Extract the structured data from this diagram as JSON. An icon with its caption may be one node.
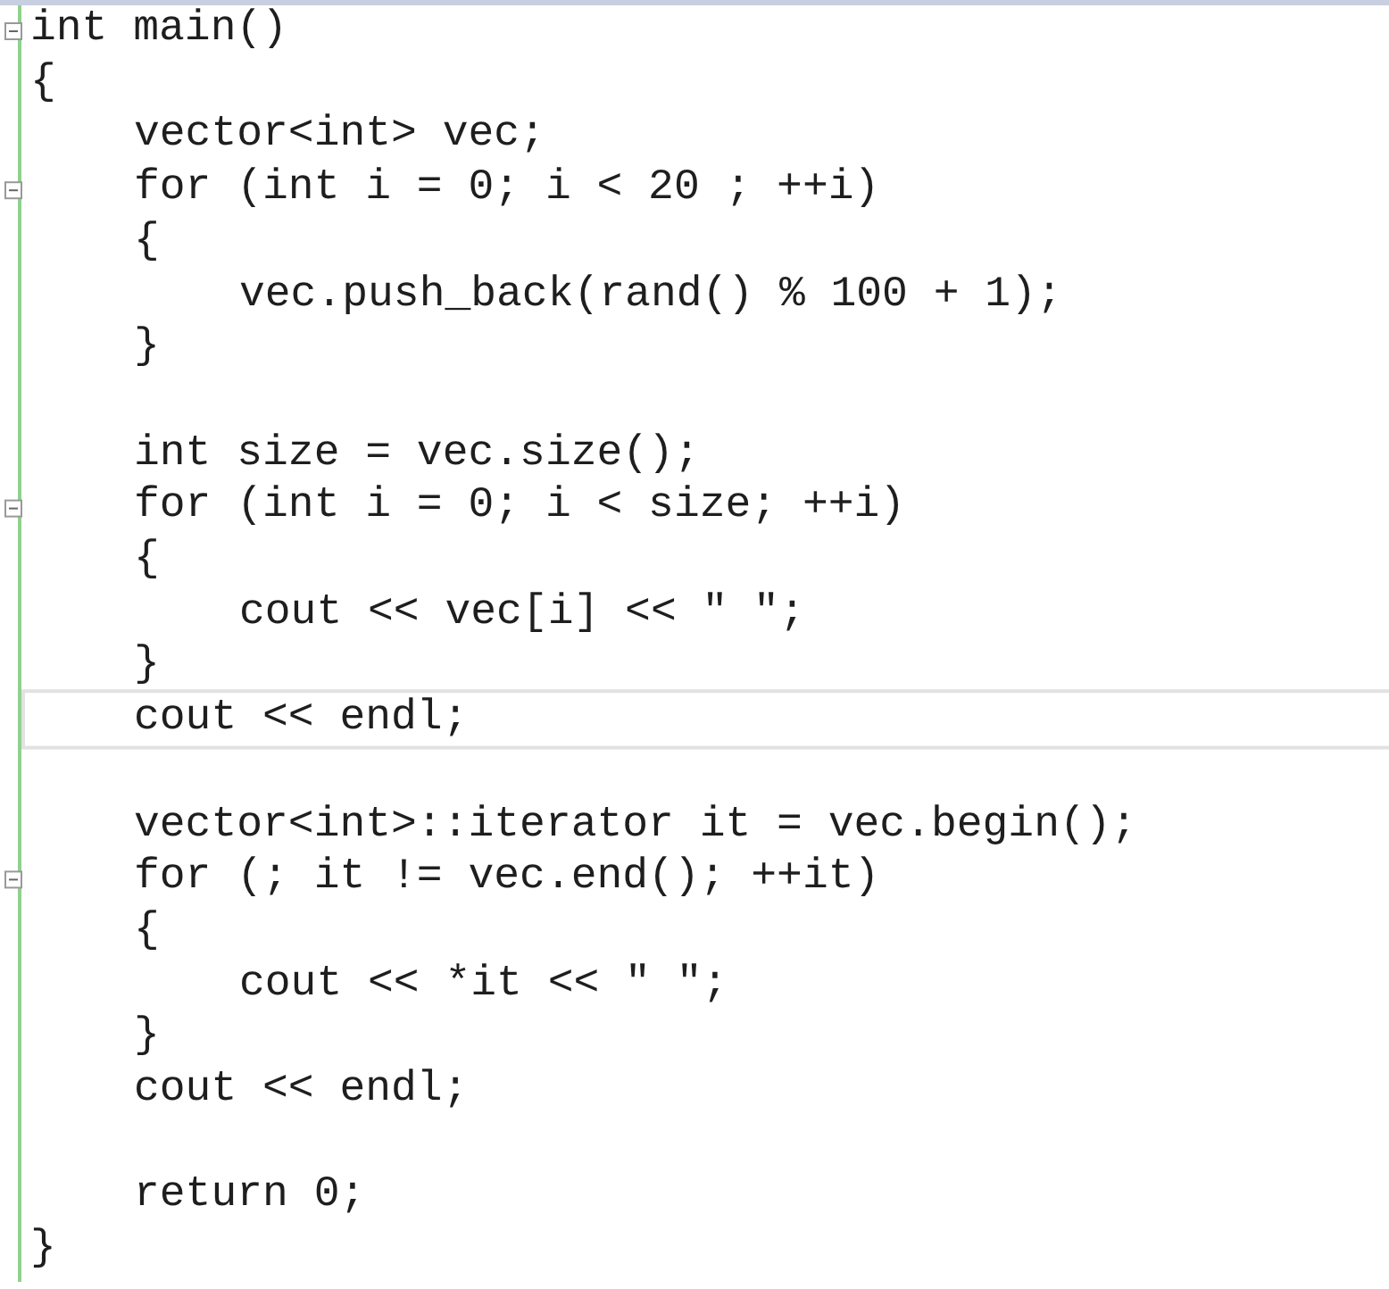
{
  "diagram": {
    "labels": [
      "int main()",
      "{",
      "vector<int> vec;",
      "for (int i = 0; i < 20 ; ++i)",
      "{",
      "vec.push_back(rand() % 100 + 1);",
      "}",
      "int size = vec.size();",
      "for (int i = 0; i < size; ++i)",
      "{",
      "cout << vec[i] << \" \";",
      "}",
      "cout << endl;",
      "vector<int>::iterator it = vec.begin();",
      "for (; it != vec.end(); ++it)",
      "{",
      "cout << *it << \" \";",
      "}",
      "cout << endl;",
      "return 0;",
      "}"
    ]
  }
}
